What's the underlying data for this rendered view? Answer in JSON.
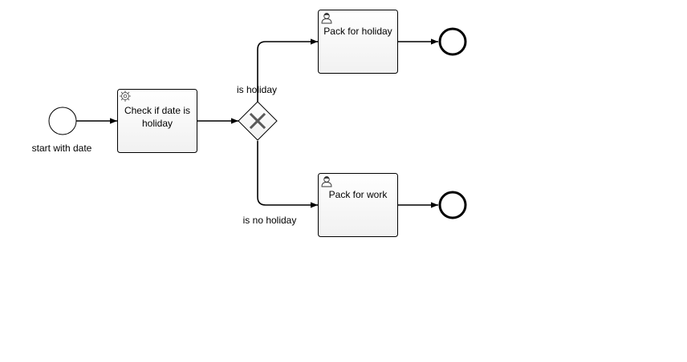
{
  "diagram": {
    "start_event": {
      "label": "start with date"
    },
    "tasks": [
      {
        "id": "check",
        "type": "service",
        "icon": "gear-icon",
        "lines": [
          "Check if date is",
          "holiday"
        ]
      },
      {
        "id": "holiday",
        "type": "user",
        "icon": "user-icon",
        "lines": [
          "Pack for holiday"
        ]
      },
      {
        "id": "work",
        "type": "user",
        "icon": "user-icon",
        "lines": [
          "Pack for work"
        ]
      }
    ],
    "gateway": {
      "type": "exclusive",
      "icon": "x-icon"
    },
    "flows": [
      {
        "label": "is holiday"
      },
      {
        "label": "is no holiday"
      }
    ],
    "end_events": [
      {
        "id": "end-holiday"
      },
      {
        "id": "end-work"
      }
    ]
  }
}
